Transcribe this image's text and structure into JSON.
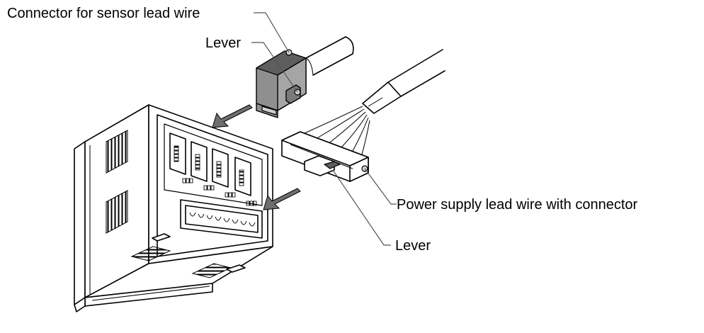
{
  "labels": {
    "sensor_connector": "Connector for sensor lead wire",
    "lever_top": "Lever",
    "power_connector": "Power supply lead wire with connector",
    "lever_bottom": "Lever"
  },
  "colors": {
    "connector_fill": "#8f8f8f",
    "arrow_fill": "#6e6e6e",
    "line": "#000000"
  }
}
